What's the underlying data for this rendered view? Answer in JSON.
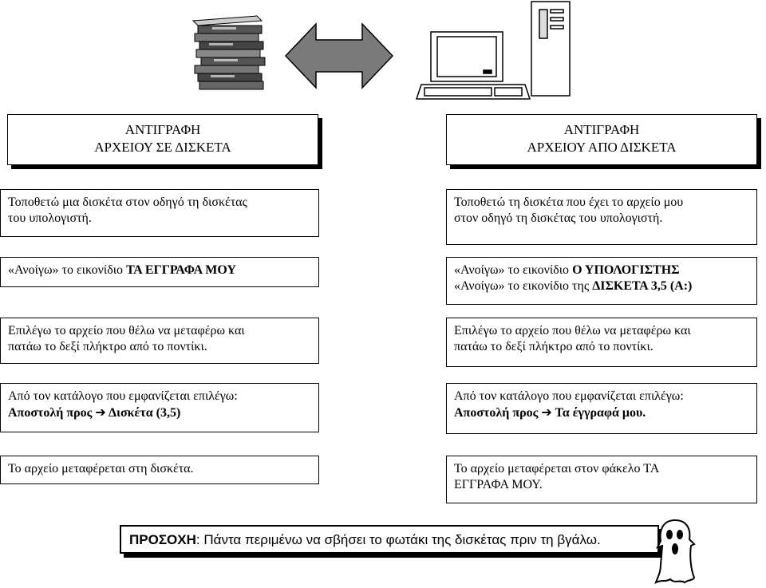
{
  "left": {
    "title": [
      "ΑΝΤΙΓΡΑΦΗ",
      "ΑΡΧΕΙΟΥ ΣΕ ΔΙΣΚΕΤΑ"
    ],
    "step1": [
      "Τοποθετώ μια δισκέτα  στον οδηγό τη δισκέτας",
      "του υπολογιστή."
    ],
    "step2_pre": "«Ανοίγω» το εικονίδιο ",
    "step2_bold": "ΤΑ ΕΓΓΡΑΦΑ ΜΟΥ",
    "step3": [
      "Επιλέγω το αρχείο που θέλω να μεταφέρω και",
      "πατάω το δεξί πλήκτρο από το ποντίκι."
    ],
    "step4_line1": "Από τον κατάλογο που εμφανίζεται επιλέγω:",
    "step4_bold_a": "Αποστολή προς ",
    "step4_arrow": "➔",
    "step4_bold_b": " Δισκέτα (3,5)",
    "step5": "Το αρχείο μεταφέρεται στη δισκέτα."
  },
  "right": {
    "title": [
      "ΑΝΤΙΓΡΑΦΗ",
      "ΑΡΧΕΙΟΥ ΑΠΟ ΔΙΣΚΕΤΑ"
    ],
    "step1": [
      "Τοποθετώ τη δισκέτα  που έχει το αρχείο μου",
      "στον οδηγό τη δισκέτας του υπολογιστή."
    ],
    "step2a_pre": "«Ανοίγω» το εικονίδιο ",
    "step2a_bold": "Ο ΥΠΟΛΟΓΙΣΤΗΣ",
    "step2b_pre": "«Ανοίγω» το εικονίδιο της ",
    "step2b_bold": "ΔΙΣΚΕΤΑ 3,5 (Α:)",
    "step3": [
      "Επιλέγω το αρχείο που θέλω να μεταφέρω και",
      "πατάω το δεξί πλήκτρο από το ποντίκι."
    ],
    "step4_line1": "Από τον κατάλογο που εμφανίζεται επιλέγω:",
    "step4_bold_a": "Αποστολή προς ",
    "step4_arrow": "➔",
    "step4_bold_b": " Τα έγγραφά μου.",
    "step5": [
      "Το αρχείο μεταφέρεται στον φάκελο ΤΑ",
      "ΕΓΓΡΑΦΑ ΜΟΥ."
    ]
  },
  "warning": {
    "label": "ΠΡΟΣΟΧΗ",
    "text": ": Πάντα περιμένω να σβήσει το φωτάκι της δισκέτας πριν τη βγάλω."
  },
  "icons": [
    "floppy-stack-icon",
    "double-arrow-icon",
    "computer-icon",
    "ghost-icon"
  ]
}
